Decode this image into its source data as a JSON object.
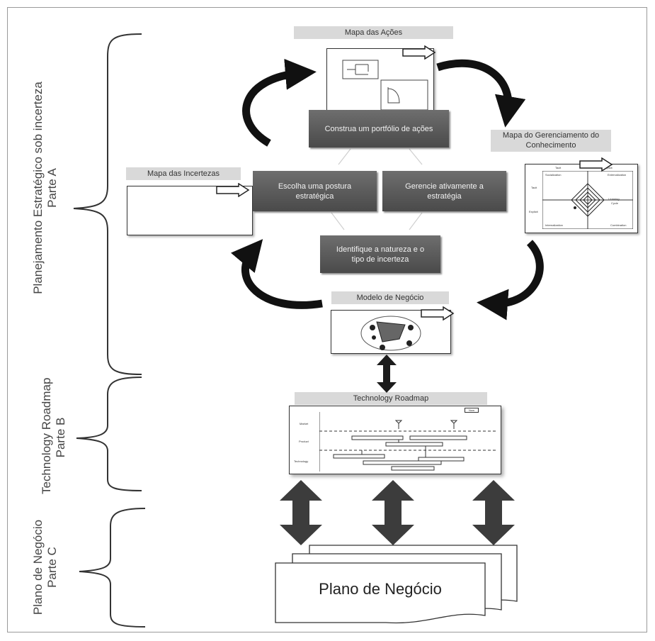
{
  "sections": {
    "a": {
      "line1": "Planejamento  Estratégico  sob incerteza",
      "line2": "Parte A"
    },
    "b": {
      "line1": "Technology  Roadmap",
      "line2": "Parte B"
    },
    "c": {
      "line1": "Plano de Negócio",
      "line2": "Parte C"
    }
  },
  "banners": {
    "actions_map": "Mapa das Ações",
    "knowledge_map_1": "Mapa do Gerenciamento do",
    "knowledge_map_2": "Conhecimento",
    "uncertainty_map": "Mapa das Incertezas",
    "business_model": "Modelo de Negócio",
    "technology_roadmap": "Technology Roadmap"
  },
  "cycle": {
    "top": "Construa um portfólio de ações",
    "left": "Escolha uma postura estratégica",
    "right": "Gerencie ativamente a estratégia",
    "bottom": "Identifique a natureza e o tipo de incerteza"
  },
  "knowledge_matrix": {
    "tacit_col": "Tacit",
    "explicit_col": "Explicit",
    "tacit_row": "Tacit",
    "explicit_row": "Explicit",
    "q1": "Socialization",
    "q2": "Externalization",
    "q3": "Internalization",
    "q4": "Combination",
    "learning": "Learning",
    "cycle": "Cycle"
  },
  "roadmap": {
    "rows": [
      "Market",
      "Product",
      "Technology"
    ],
    "tag": "Now"
  },
  "business_plan": "Plano de Negócio"
}
